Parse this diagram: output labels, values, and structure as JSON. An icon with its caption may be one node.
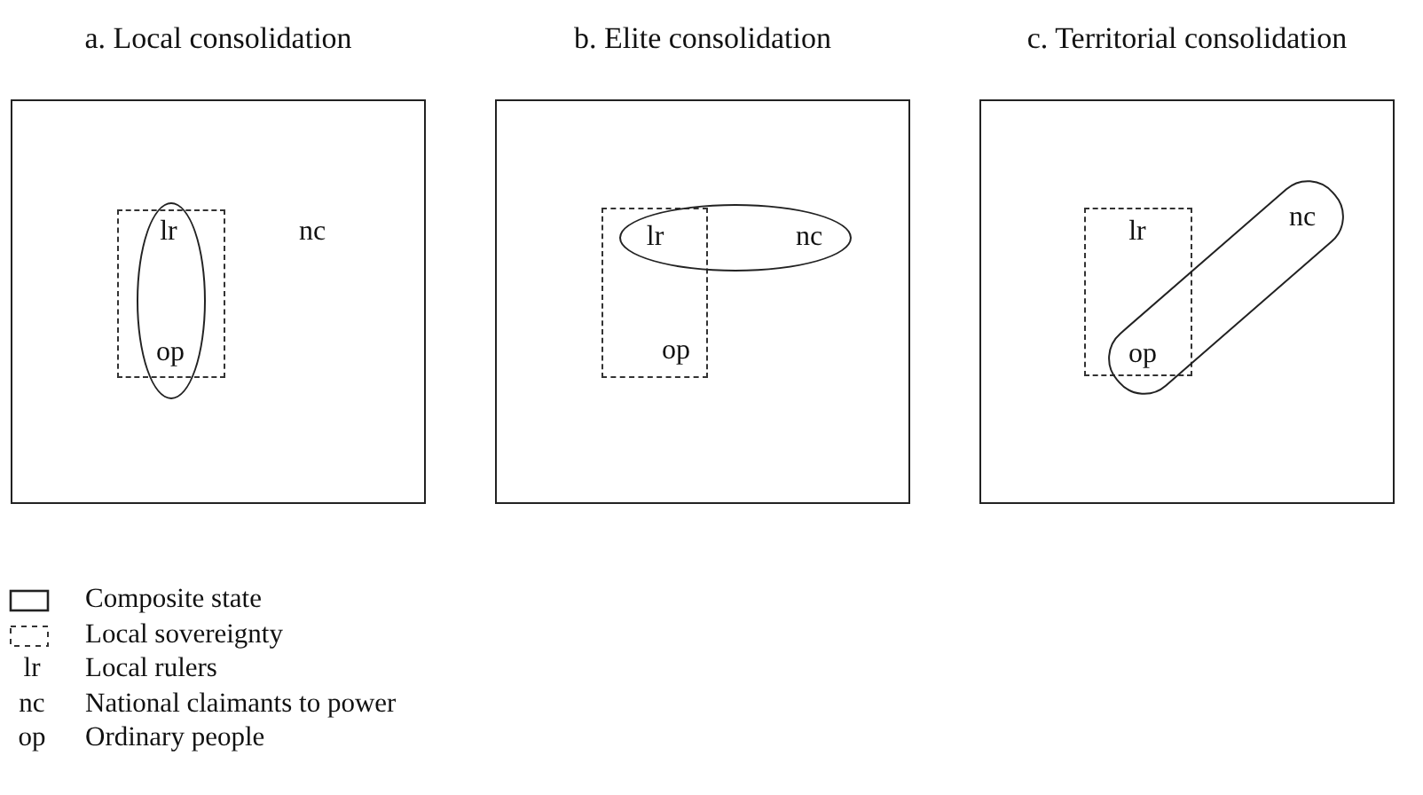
{
  "diagram": {
    "nodes": [
      {
        "text": [
          "a. Local consolidation"
        ]
      },
      {
        "text": [],
        "shape": "box",
        "in": 0
      },
      {
        "text": [],
        "shape": "ellipse",
        "in": 0
      },
      {
        "text": [
          "lr"
        ],
        "in": 2
      },
      {
        "text": [
          "nc"
        ],
        "in": 0
      },
      {
        "text": [
          "op"
        ],
        "in": 2
      },
      {
        "text": [
          "b. Elite consolidation"
        ]
      },
      {
        "text": [],
        "shape": "box",
        "in": 6
      },
      {
        "text": [],
        "shape": "ellipse",
        "in": 6
      },
      {
        "text": [
          "lr"
        ]
      },
      {
        "text": [
          "nc"
        ],
        "in": 8
      },
      {
        "text": [
          "op"
        ],
        "in": 7
      },
      {
        "text": [
          "c. Territorial consolidation"
        ]
      },
      {
        "text": [],
        "shape": "box",
        "in": 12
      },
      {
        "text": [],
        "shape": "capsule",
        "in": 12
      },
      {
        "text": [
          "lr"
        ],
        "in": 13
      },
      {
        "text": [
          "nc"
        ],
        "in": 14
      },
      {
        "text": [
          "op"
        ],
        "in": 13
      }
    ],
    "labels": [
      "lr",
      "nc",
      "op"
    ],
    "legend": [
      {
        "text": "Composite state"
      },
      {
        "text": "Local sovereignty"
      },
      {
        "text": "Local rulers"
      },
      {
        "text": "National claimants to power"
      },
      {
        "text": "Ordinary people"
      }
    ]
  }
}
